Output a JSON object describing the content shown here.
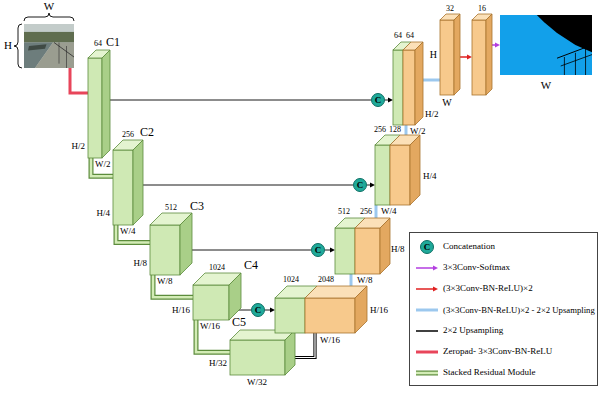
{
  "diagram": {
    "nodes": [
      {
        "text": [
          "W",
          "H"
        ]
      },
      {
        "text": [
          "C1",
          "64",
          "H/2",
          "W/2"
        ]
      },
      {
        "text": [
          "C2",
          "256",
          "H/4",
          "W/4"
        ]
      },
      {
        "text": [
          "C3",
          "512",
          "H/8",
          "W/8"
        ]
      },
      {
        "text": [
          "C4",
          "1024",
          "H/16",
          "W/16"
        ]
      },
      {
        "text": [
          "C5",
          "H/32",
          "W/32"
        ]
      },
      {
        "text": [
          "C"
        ]
      },
      {
        "text": [
          "1024",
          "2048",
          "H/16",
          "W/16"
        ]
      },
      {
        "text": [
          "C"
        ]
      },
      {
        "text": [
          "512",
          "256",
          "H/8",
          "W/8"
        ]
      },
      {
        "text": [
          "C"
        ]
      },
      {
        "text": [
          "256",
          "128",
          "H/4",
          "W/4"
        ]
      },
      {
        "text": [
          "C"
        ]
      },
      {
        "text": [
          "64",
          "64",
          "H/2",
          "W/2"
        ]
      },
      {
        "text": [
          "32",
          "H",
          "W"
        ]
      },
      {
        "text": [
          "16"
        ]
      },
      {
        "text": [
          "W"
        ]
      }
    ],
    "edges": [
      {
        "from": 0,
        "to": 1,
        "arrow": "none"
      },
      {
        "from": 1,
        "to": 2,
        "arrow": "none"
      },
      {
        "from": 2,
        "to": 3,
        "arrow": "none"
      },
      {
        "from": 3,
        "to": 4,
        "arrow": "none"
      },
      {
        "from": 4,
        "to": 5,
        "arrow": "none"
      },
      {
        "from": 1,
        "to": 12,
        "arrow": "none"
      },
      {
        "from": 12,
        "to": 13,
        "arrow": "to"
      },
      {
        "from": 2,
        "to": 10,
        "arrow": "none"
      },
      {
        "from": 10,
        "to": 11,
        "arrow": "to"
      },
      {
        "from": 3,
        "to": 8,
        "arrow": "none"
      },
      {
        "from": 8,
        "to": 9,
        "arrow": "to"
      },
      {
        "from": 4,
        "to": 6,
        "arrow": "none"
      },
      {
        "from": 6,
        "to": 7,
        "arrow": "to"
      },
      {
        "from": 5,
        "to": 7,
        "arrow": "none"
      },
      {
        "from": 7,
        "to": 9,
        "arrow": "none"
      },
      {
        "from": 9,
        "to": 11,
        "arrow": "none"
      },
      {
        "from": 11,
        "to": 13,
        "arrow": "none"
      },
      {
        "from": 13,
        "to": 14,
        "arrow": "none"
      },
      {
        "from": 14,
        "to": 15,
        "arrow": "to"
      },
      {
        "from": 15,
        "to": 16,
        "arrow": "to"
      }
    ],
    "labels": [
      "C"
    ],
    "legend": [
      {
        "text": "Concatenation"
      },
      {
        "text": "3×3Conv-Softmax"
      },
      {
        "text": "(3×3Conv-BN-ReLU)×2"
      },
      {
        "text": "(3×3Conv-BN-ReLU)×2 - 2×2 Upsampling"
      },
      {
        "text": "2×2 Upsampling"
      },
      {
        "text": "Zeropad- 3×3Conv-BN-ReLU"
      },
      {
        "text": "Stacked Residual Module"
      }
    ]
  }
}
